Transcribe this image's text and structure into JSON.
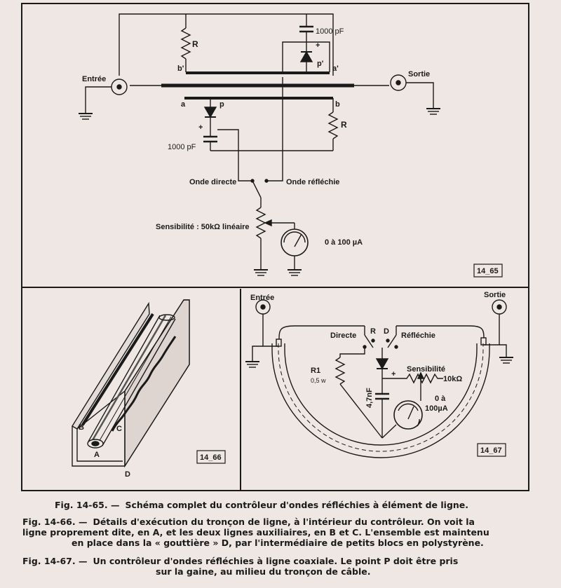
{
  "fig65": {
    "entree": "Entrée",
    "sortie": "Sortie",
    "r_top": "R",
    "r_bottom": "R",
    "cap_top": "1000 pF",
    "cap_bottom": "1000 pF",
    "plus_top": "+",
    "plus_bottom": "+",
    "pt_b_prime": "b'",
    "pt_a_prime": "a'",
    "pt_p_prime": "p'",
    "pt_a": "a",
    "pt_b": "b",
    "pt_p": "p",
    "onde_directe": "Onde directe",
    "onde_reflechie": "Onde réfléchie",
    "sensibilite": "Sensibilité : 50kΩ  linéaire",
    "meter": "0 à 100 µA",
    "tag": "14_65"
  },
  "fig66": {
    "label_a": "A",
    "label_b": "B",
    "label_c": "C",
    "label_d": "D",
    "tag": "14_66"
  },
  "fig67": {
    "entree": "Entrée",
    "sortie": "Sortie",
    "directe": "Directe",
    "sw_r": "R",
    "sw_d": "D",
    "reflechie": "Réfléchie",
    "r1": "R1",
    "r1_power": "0,5 w",
    "sensibilite": "Sensibilité",
    "pot_value": "10kΩ",
    "cap": "4,7nF",
    "plus": "+",
    "meter_1": "0 à",
    "meter_2": "100µA",
    "tag": "14_67"
  },
  "captions": [
    {
      "fig": "Fig. 14-65. —",
      "text": "Schéma complet du contrôleur d'ondes réfléchies à élément de ligne."
    },
    {
      "fig": "Fig. 14-66. —",
      "text": "Détails d'exécution du tronçon de ligne, à l'intérieur du contrôleur. On voit la",
      "text2": "ligne proprement dite, en A, et les deux lignes auxiliaires, en B et C. L'ensemble est maintenu",
      "text3": "en place dans la « gouttière » D, par l'intermédiaire de petits blocs en polystyrène."
    },
    {
      "fig": "Fig. 14-67. —",
      "text": "Un contrôleur d'ondes réfléchies à ligne coaxiale. Le point P doit être pris",
      "text2": "sur la gaine, au milieu du tronçon de câble."
    }
  ]
}
